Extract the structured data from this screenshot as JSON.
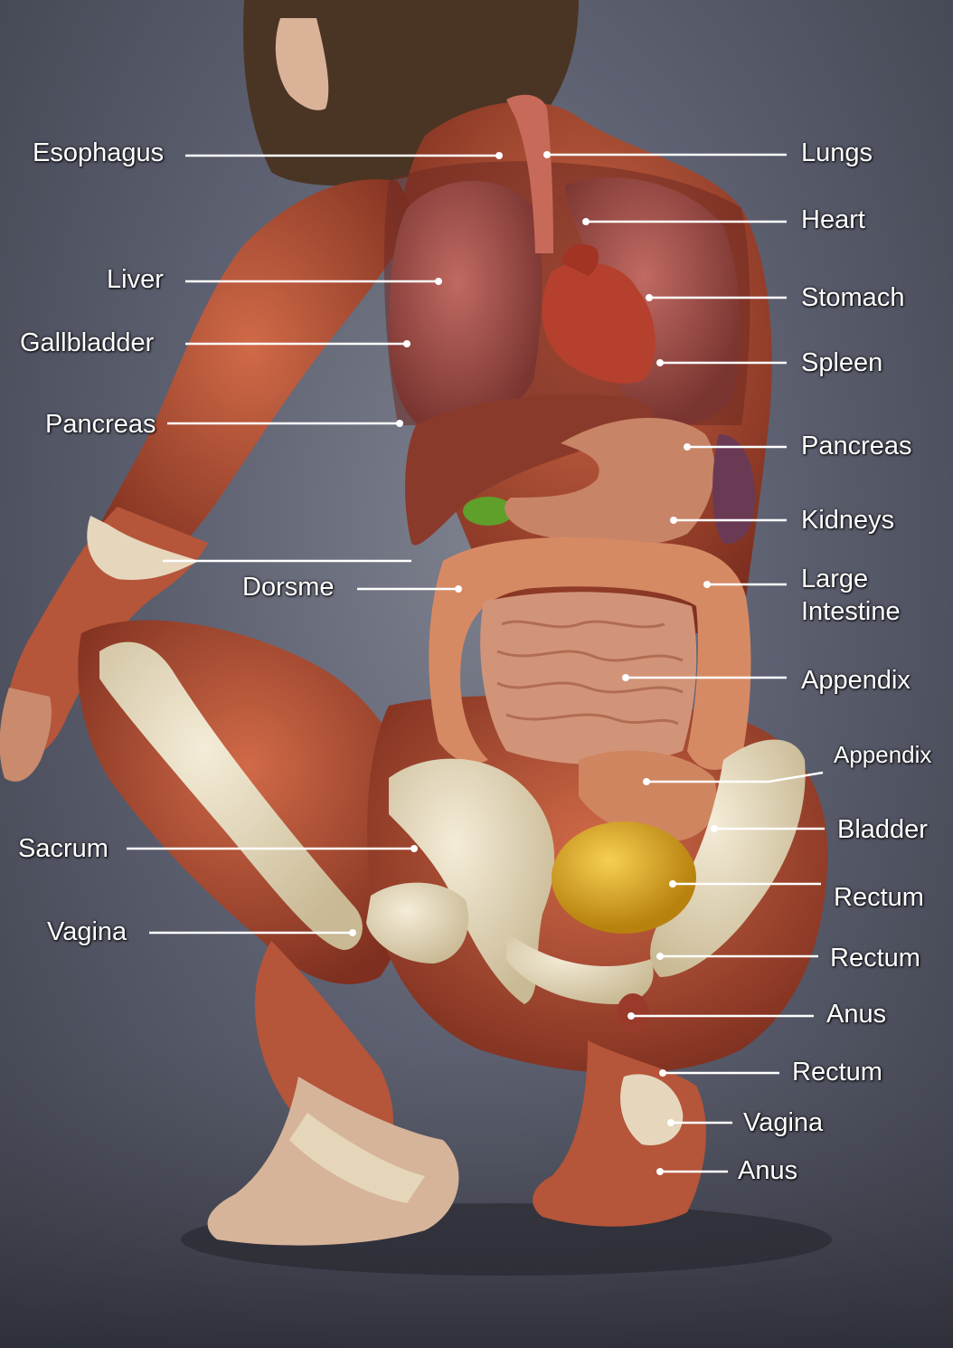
{
  "labels": {
    "esophagus": "Esophagus",
    "liver": "Liver",
    "gallbladder": "Gallbladder",
    "pancreas_left": "Pancreas",
    "dorsme": "Dorsme",
    "sacrum": "Sacrum",
    "vagina_left": "Vagina",
    "lungs": "Lungs",
    "heart": "Heart",
    "stomach": "Stomach",
    "spleen": "Spleen",
    "pancreas_right": "Pancreas",
    "kidneys": "Kidneys",
    "large_intestine_1": "Large",
    "large_intestine_2": "Intestine",
    "appendix_1": "Appendix",
    "appendix_2": "Appendix",
    "bladder": "Bladder",
    "rectum_1": "Rectum",
    "rectum_2": "Rectum",
    "anus_1": "Anus",
    "rectum_3": "Rectum",
    "vagina_right": "Vagina",
    "anus_2": "Anus"
  },
  "colors": {
    "background": "#5d6070",
    "muscle": "#b0543a",
    "bone": "#e8dcc0",
    "lung": "#a8544e",
    "heart": "#b5402e",
    "liver": "#8a3a2a",
    "stomach": "#c88466",
    "intestine": "#d29478",
    "gallbladder": "#5fa02a",
    "bladder": "#e0ac26",
    "spleen": "#6a3a55",
    "hair": "#4a3524",
    "leader_line": "#ffffff"
  }
}
